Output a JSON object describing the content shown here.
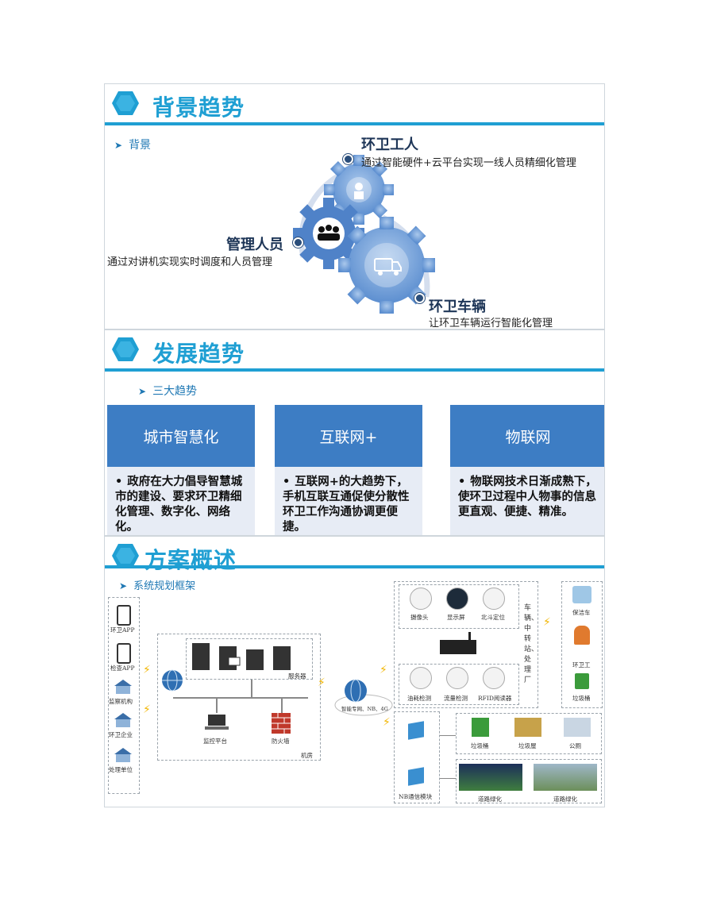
{
  "section1": {
    "title": "背景趋势",
    "sub": "背景",
    "role1": {
      "name": "环卫工人",
      "desc": "通过智能硬件+云平台实现一线人员精细化管理"
    },
    "role2": {
      "name": "管理人员",
      "desc": "通过对讲机实现实时调度和人员管理"
    },
    "role3": {
      "name": "环卫车辆",
      "desc": "让环卫车辆运行智能化管理"
    }
  },
  "section2": {
    "title": "发展趋势",
    "sub": "三大趋势",
    "cards": [
      {
        "title": "城市智慧化",
        "body": "政府在大力倡导智慧城市的建设、要求环卫精细化管理、数字化、网络化。"
      },
      {
        "title": "互联网+",
        "body": "互联网+的大趋势下，手机互联互通促使分散性环卫工作沟通协调更便捷。"
      },
      {
        "title": "物联网",
        "body": "物联网技术日渐成熟下，使环卫过程中人物事的信息更直观、便捷、精准。"
      }
    ]
  },
  "section3": {
    "title": "方案概述",
    "sub": "系统规划框架",
    "left_apps": [
      "环卫APP",
      "检查APP",
      "监察机构",
      "环卫企业",
      "处理单位"
    ],
    "server_label": "服务器",
    "monitor_label": "监控平台",
    "firewall_label": "防火墙",
    "room_label": "机房",
    "cloud_label": "智能专网、NB、4G",
    "devices_top": [
      "摄像头",
      "显示屏",
      "北斗定位"
    ],
    "devices_bottom": [
      "油耗检测",
      "流量检测",
      "RFID阅读器"
    ],
    "vertical_label": "车辆、中转站、处理厂",
    "right_items": [
      "保洁车",
      "环卫工",
      "垃圾桶"
    ],
    "nb_label": "NB通信模块",
    "bins": [
      "垃圾桶",
      "垃圾屋",
      "公厕"
    ],
    "roads": [
      "道路绿化",
      "道路绿化"
    ]
  },
  "colors": {
    "accent": "#1f9fd3",
    "card_head": "#3d7dc4",
    "card_body": "#e7ecf5"
  }
}
